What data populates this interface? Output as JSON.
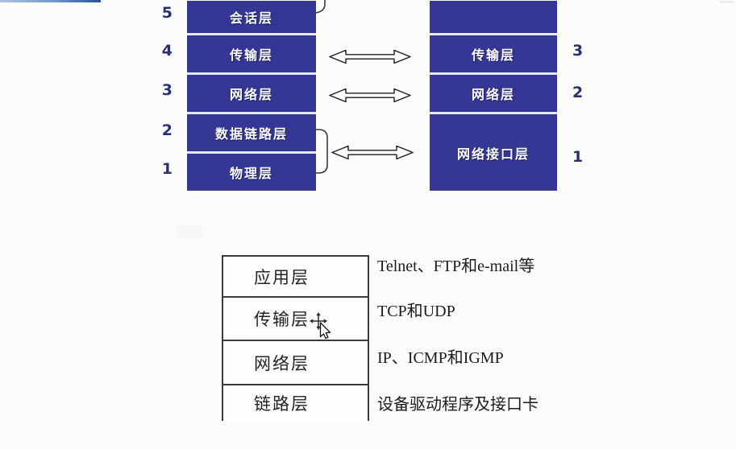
{
  "slide": {
    "colors": {
      "layer_box_blue": "#343894",
      "layer_separator": "#e8eaf6",
      "side_number_color": "#283070",
      "table_border": "#3a3a3a",
      "table_text": "#1b1b1b",
      "progress_bar_blue": "#24549b"
    },
    "osi_diagram": {
      "left_numbers": [
        "5",
        "4",
        "3",
        "2",
        "1"
      ],
      "left_rows": [
        "会话层",
        "传输层",
        "网络层",
        "数据链路层",
        "物理层"
      ],
      "right_numbers": [
        "3",
        "2",
        "1"
      ],
      "right_rows": [
        "",
        "传输层",
        "网络层",
        "网络接口层"
      ],
      "arrow_icon": "double-headed-arrow",
      "brace_icon": "grouping-brace"
    },
    "tcpip_table": {
      "rows": [
        {
          "layer": "应用层",
          "desc": "Telnet、FTP和e-mail等"
        },
        {
          "layer": "传输层",
          "desc": "TCP和UDP"
        },
        {
          "layer": "网络层",
          "desc": "IP、ICMP和IGMP"
        },
        {
          "layer": "链路层",
          "desc": "设备驱动程序及接口卡"
        }
      ]
    },
    "cursor": {
      "type": "move-cross-with-arrow-pointer"
    }
  }
}
